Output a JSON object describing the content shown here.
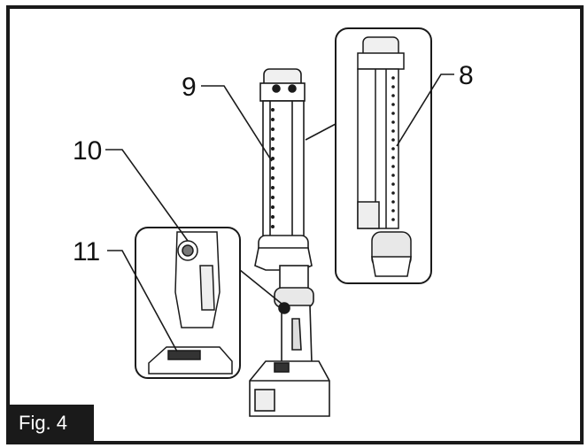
{
  "figure": {
    "label": "Fig. 4"
  },
  "callouts": {
    "c8": "8",
    "c9": "9",
    "c10": "10",
    "c11": "11"
  }
}
